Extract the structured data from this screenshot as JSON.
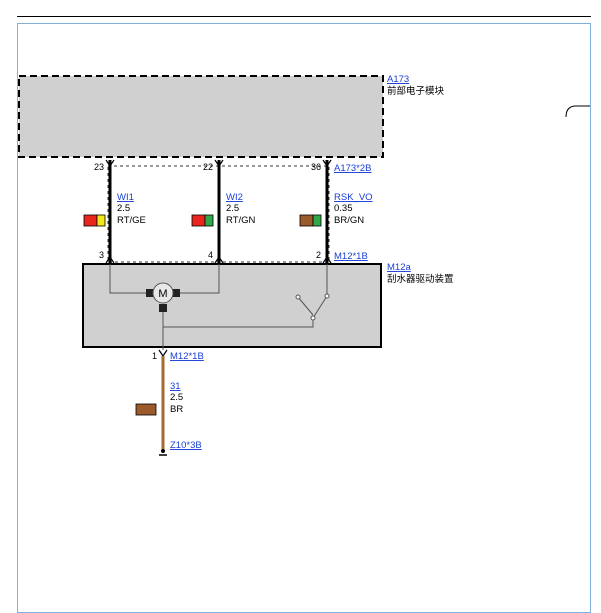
{
  "module": {
    "id": "A173",
    "name": "前部电子模块",
    "connector": "A173*2B"
  },
  "motor": {
    "id": "M12a",
    "name": "刮水器驱动装置",
    "connector": "M12*1B",
    "symbol": "M"
  },
  "wires": [
    {
      "pin_top": "23",
      "pin_bottom": "3",
      "name": "WI1",
      "gauge": "2.5",
      "color": "RT/GE",
      "swatch": [
        "#e8261e",
        "#f2e81a"
      ]
    },
    {
      "pin_top": "22",
      "pin_bottom": "4",
      "name": "WI2",
      "gauge": "2.5",
      "color": "RT/GN",
      "swatch": [
        "#e8261e",
        "#2fa84a"
      ]
    },
    {
      "pin_top": "36",
      "pin_bottom": "2",
      "name": "RSK_VO",
      "gauge": "0.35",
      "color": "BR/GN",
      "swatch": [
        "#9b5a2a",
        "#2fa84a"
      ]
    }
  ],
  "ground_wire": {
    "pin": "1",
    "connector": "M12*1B",
    "name": "31",
    "gauge": "2.5",
    "color": "BR",
    "swatch": [
      "#9b5a2a"
    ],
    "wire_color": "#a66b33",
    "ground_connector": "Z10*3B"
  },
  "colors": {
    "link": "#1a3fd6",
    "module_fill": "#d0d0d0",
    "border": "#7fb2d6"
  }
}
